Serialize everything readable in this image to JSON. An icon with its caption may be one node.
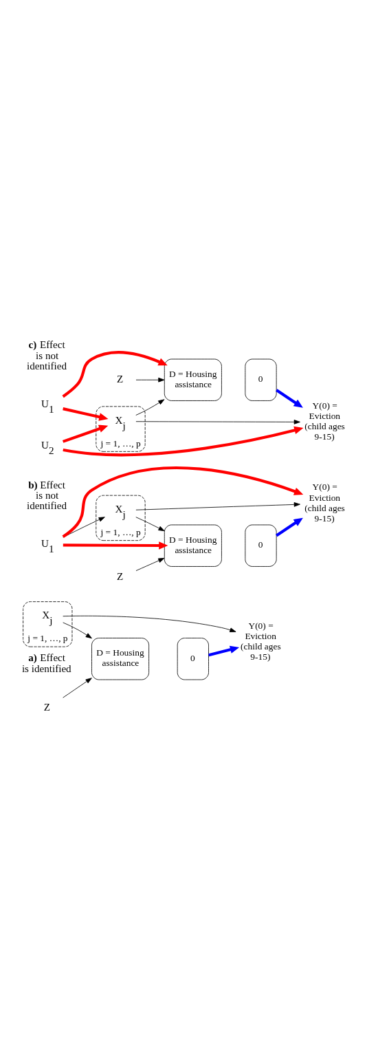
{
  "diagram": {
    "nodes": [
      {
        "text": [
          "j = 1, …, p"
        ]
      },
      {
        "text": [
          "X$_{j}$"
        ],
        "in": 0
      },
      {
        "text": [
          "D = Housing assistance"
        ]
      },
      {
        "text": [
          "0"
        ]
      },
      {
        "text": [
          "Y(0) = Eviction (child ages 9-15)"
        ]
      },
      {
        "text": [
          "Z"
        ]
      },
      {
        "text": [
          "U$_{1}$"
        ]
      },
      {
        "text": [
          "j = 1, …, p"
        ]
      },
      {
        "text": [
          "X$_{j}$"
        ],
        "in": 7
      },
      {
        "text": [
          "D = Housing assistance"
        ]
      },
      {
        "text": [
          "0"
        ]
      },
      {
        "text": [
          "Y(0) = Eviction (child ages 9-15)"
        ]
      },
      {
        "text": [
          "Z"
        ]
      },
      {
        "text": [
          "U$_{1}$"
        ]
      },
      {
        "text": [
          "U$_{2}$"
        ]
      },
      {
        "text": [
          "j = 1, …, p"
        ]
      },
      {
        "text": [
          "X$_{j}$"
        ],
        "in": 15
      },
      {
        "text": [
          "D = Housing assistance"
        ]
      },
      {
        "text": [
          "0"
        ]
      },
      {
        "text": [
          "Y(0) = Eviction (child ages 9-15)"
        ]
      },
      {
        "text": [
          "Z"
        ]
      }
    ],
    "edges": [
      {
        "from": 1,
        "to": 2,
        "arrow": "to"
      },
      {
        "from": 1,
        "to": 4,
        "arrow": "to"
      },
      {
        "from": 5,
        "to": 2,
        "arrow": "to"
      },
      {
        "from": 3,
        "to": 4,
        "arrow": "to",
        "style": "thick",
        "color": "#0000ff"
      },
      {
        "from": 6,
        "to": 8,
        "arrow": "to"
      },
      {
        "from": 6,
        "to": 9,
        "arrow": "to",
        "style": "thick",
        "color": "#ff0000"
      },
      {
        "from": 6,
        "to": 11,
        "arrow": "to",
        "style": "thick",
        "color": "#ff0000"
      },
      {
        "from": 8,
        "to": 9,
        "arrow": "to"
      },
      {
        "from": 8,
        "to": 11,
        "arrow": "to"
      },
      {
        "from": 12,
        "to": 9,
        "arrow": "to"
      },
      {
        "from": 10,
        "to": 11,
        "arrow": "to",
        "style": "thick",
        "color": "#0000ff"
      },
      {
        "from": 13,
        "to": 16,
        "arrow": "to",
        "style": "thick",
        "color": "#ff0000"
      },
      {
        "from": 13,
        "to": 17,
        "arrow": "to",
        "style": "thick",
        "color": "#ff0000"
      },
      {
        "from": 14,
        "to": 16,
        "arrow": "to",
        "style": "thick",
        "color": "#ff0000"
      },
      {
        "from": 14,
        "to": 19,
        "arrow": "to",
        "style": "thick",
        "color": "#ff0000"
      },
      {
        "from": 16,
        "to": 17,
        "arrow": "to"
      },
      {
        "from": 16,
        "to": 19,
        "arrow": "to"
      },
      {
        "from": 20,
        "to": 17,
        "arrow": "to"
      },
      {
        "from": 18,
        "to": 19,
        "arrow": "to",
        "style": "thick",
        "color": "#0000ff"
      }
    ],
    "labels": [
      "**a)** Effect is identified",
      "**b)** Effect is not identified",
      "**c)** Effect is not identified"
    ]
  }
}
